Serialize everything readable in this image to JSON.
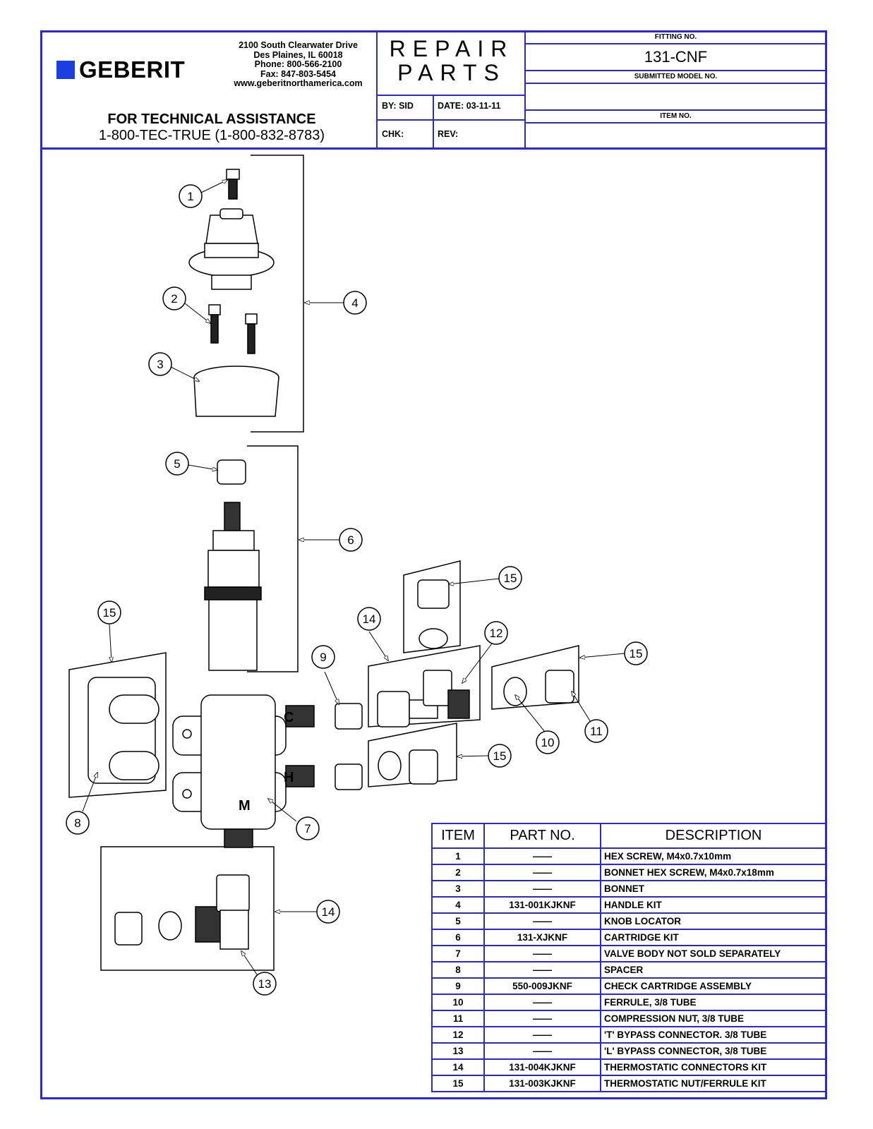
{
  "header": {
    "logo_text": "GEBERIT",
    "address_lines": [
      "2100 South Clearwater Drive",
      "Des Plaines, IL 60018",
      "Phone: 800-566-2100",
      "Fax: 847-803-5454",
      "www.geberitnorthamerica.com"
    ],
    "tech_title": "FOR TECHNICAL ASSISTANCE",
    "tech_phone": "1-800-TEC-TRUE (1-800-832-8783)",
    "repair_line1": "REPAIR",
    "repair_line2": "PARTS",
    "by_label": "BY:  SID",
    "date_label": "DATE: 03-11-11",
    "chk_label": "CHK:",
    "rev_label": "REV:",
    "fitting_no_label": "FITTING NO.",
    "fitting_no": "131-CNF",
    "submitted_model_label": "SUBMITTED MODEL NO.",
    "submitted_model": "",
    "item_no_label": "ITEM NO.",
    "item_no": ""
  },
  "callouts": [
    "1",
    "2",
    "3",
    "4",
    "5",
    "6",
    "7",
    "8",
    "9",
    "10",
    "11",
    "12",
    "13",
    "14",
    "15"
  ],
  "valve_labels": {
    "c": "C",
    "h": "H",
    "mix": "M"
  },
  "parts_table": {
    "headers": [
      "ITEM",
      "PART NO.",
      "DESCRIPTION"
    ],
    "rows": [
      {
        "item": "1",
        "part": "——",
        "desc": "HEX SCREW, M4x0.7x10mm"
      },
      {
        "item": "2",
        "part": "——",
        "desc": "BONNET HEX SCREW, M4x0.7x18mm"
      },
      {
        "item": "3",
        "part": "——",
        "desc": "BONNET"
      },
      {
        "item": "4",
        "part": "131-001KJKNF",
        "desc": "HANDLE KIT"
      },
      {
        "item": "5",
        "part": "——",
        "desc": "KNOB LOCATOR"
      },
      {
        "item": "6",
        "part": "131-XJKNF",
        "desc": "CARTRIDGE KIT"
      },
      {
        "item": "7",
        "part": "——",
        "desc": "VALVE BODY NOT SOLD SEPARATELY"
      },
      {
        "item": "8",
        "part": "——",
        "desc": "SPACER"
      },
      {
        "item": "9",
        "part": "550-009JKNF",
        "desc": "CHECK CARTRIDGE ASSEMBLY"
      },
      {
        "item": "10",
        "part": "——",
        "desc": "FERRULE, 3/8 TUBE"
      },
      {
        "item": "11",
        "part": "——",
        "desc": "COMPRESSION NUT, 3/8 TUBE"
      },
      {
        "item": "12",
        "part": "——",
        "desc": "'T' BYPASS CONNECTOR. 3/8 TUBE"
      },
      {
        "item": "13",
        "part": "——",
        "desc": "'L' BYPASS CONNECTOR, 3/8 TUBE"
      },
      {
        "item": "14",
        "part": "131-004KJKNF",
        "desc": "THERMOSTATIC CONNECTORS KIT"
      },
      {
        "item": "15",
        "part": "131-003KJKNF",
        "desc": "THERMOSTATIC NUT/FERRULE KIT"
      }
    ]
  },
  "colors": {
    "border": "#2a2ad4",
    "logo": "#1a3fe0"
  }
}
